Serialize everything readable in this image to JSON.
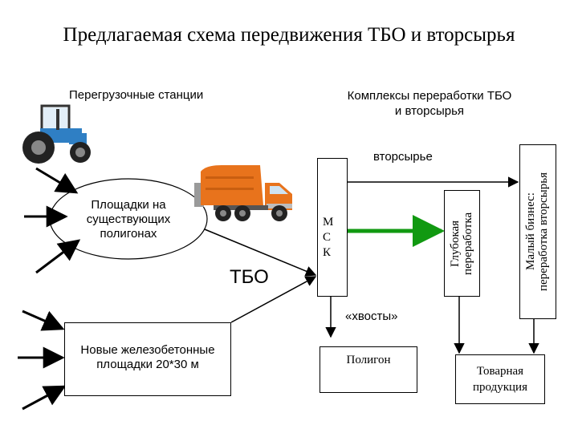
{
  "title": "Предлагаемая схема передвижения ТБО и вторсырья",
  "headers": {
    "transfer_stations": "Перегрузочные станции",
    "processing_line1": "Комплексы переработки ТБО",
    "processing_line2": "и вторсырья"
  },
  "nodes": {
    "existing_sites": [
      "Площадки на",
      "существующих",
      "полигонах"
    ],
    "new_sites": [
      "Новые железобетонные",
      "площадки 20*30 м"
    ],
    "tbo": "ТБО",
    "msk": [
      "М",
      "С",
      "К"
    ],
    "deep_processing": [
      "Глубокая",
      "переработка"
    ],
    "small_business": [
      "Малый бизнес:",
      "переработка вторсырья"
    ],
    "landfill": "Полигон",
    "product": [
      "Товарная",
      "продукция"
    ]
  },
  "edge_labels": {
    "secondary": "вторсырье",
    "tails": "«хвосты»"
  },
  "icons": {
    "tractor": "tractor-icon",
    "garbage_truck": "garbage-truck-icon"
  },
  "colors": {
    "green_arrow": "#119911",
    "tractor_blue": "#2f7fc4",
    "truck_orange": "#e8731c"
  }
}
